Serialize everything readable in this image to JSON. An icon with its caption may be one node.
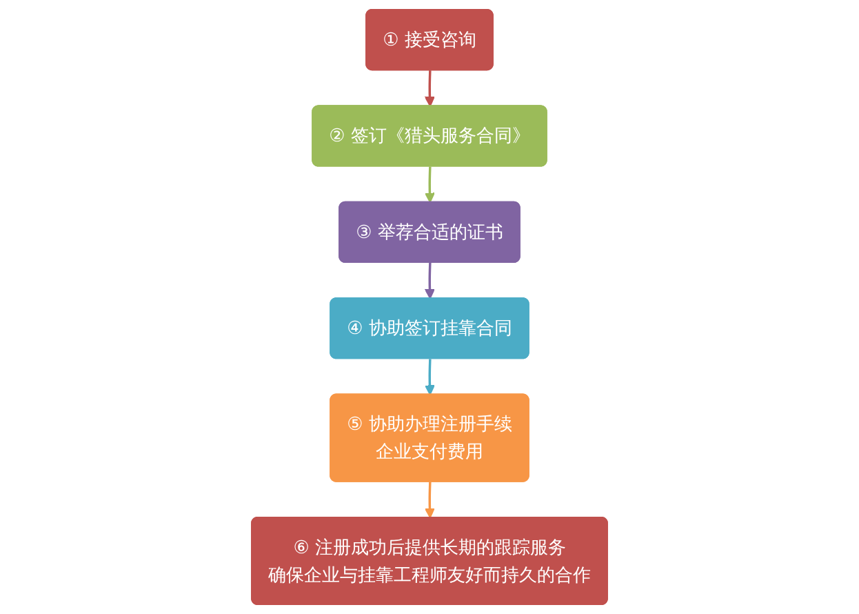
{
  "diagram": {
    "nodes": [
      {
        "text": [
          "① 接受咨询"
        ]
      },
      {
        "text": [
          "② 签订《猎头服务合同》"
        ]
      },
      {
        "text": [
          "③ 举荐合适的证书"
        ]
      },
      {
        "text": [
          "④ 协助签订挂靠合同"
        ]
      },
      {
        "text": [
          "⑤ 协助办理注册手续",
          "企业支付费用"
        ]
      },
      {
        "text": [
          "⑥ 注册成功后提供长期的跟踪服务",
          "确保企业与挂靠工程师友好而持久的合作"
        ]
      }
    ],
    "edges": [
      {
        "from": 0,
        "to": 1,
        "arrow": "to",
        "color": "#c0504d"
      },
      {
        "from": 1,
        "to": 2,
        "arrow": "to",
        "color": "#9bbb59"
      },
      {
        "from": 2,
        "to": 3,
        "arrow": "to",
        "color": "#8064a2"
      },
      {
        "from": 3,
        "to": 4,
        "arrow": "to",
        "color": "#4bacc6"
      },
      {
        "from": 4,
        "to": 5,
        "arrow": "to",
        "color": "#f79646"
      }
    ]
  }
}
